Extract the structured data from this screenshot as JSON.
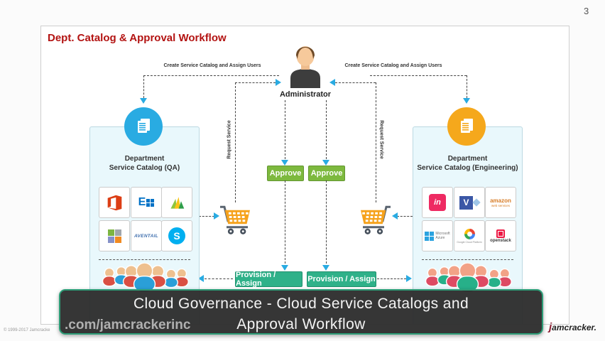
{
  "page": {
    "number": "3",
    "copyright": "© 1999-2017 Jamcracke",
    "brand_j": "j",
    "brand_rest": "amcracker."
  },
  "slide": {
    "title": "Dept. Catalog & Approval Workflow"
  },
  "admin": {
    "label": "Administrator"
  },
  "flow_labels": {
    "create_left": "Create Service Catalog and Assign Users",
    "create_right": "Create Service Catalog and Assign Users",
    "request_left": "Request Service",
    "request_right": "Request Service"
  },
  "buttons": {
    "approve_left": "Approve",
    "approve_right": "Approve",
    "provision_left": "Provision / Assign",
    "provision_right": "Provision / Assign"
  },
  "panels": {
    "left": {
      "title1": "Department",
      "title2": "Service Catalog (QA)"
    },
    "right": {
      "title1": "Department",
      "title2": "Service Catalog (Engineering)"
    }
  },
  "logos": {
    "exchange": "E",
    "skype": "S",
    "invision": "in",
    "visio": "V",
    "aventail": "AVENTAIL",
    "aws_line1": "amazon",
    "aws_line2": "web services",
    "azure_line1": "Microsoft",
    "azure_line2": "Azure",
    "gcp": "Google Cloud Platform",
    "openstack": "openstack"
  },
  "caption": {
    "line1": "Cloud Governance - Cloud Service Catalogs and",
    "line2": "Approval Workflow",
    "watermark": ".com/jamcrackerinc"
  },
  "colors": {
    "accent_blue": "#29abe2",
    "accent_orange": "#f5a81c",
    "approve_green": "#7db93e",
    "provision_teal": "#2fb189",
    "title_red": "#b31312",
    "caption_border": "#2e9e78"
  }
}
